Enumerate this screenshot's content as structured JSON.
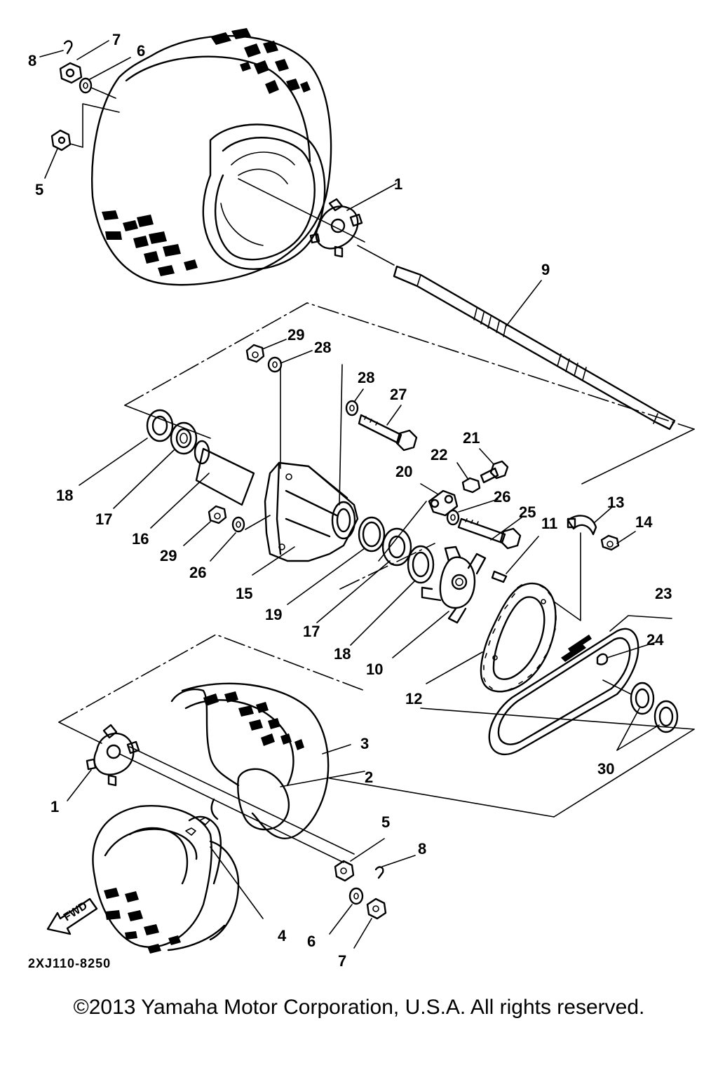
{
  "diagram": {
    "code": "2XJ110-8250",
    "fwd_label": "FWD",
    "labels": [
      {
        "id": "p8a",
        "text": "8"
      },
      {
        "id": "p7a",
        "text": "7"
      },
      {
        "id": "p6a",
        "text": "6"
      },
      {
        "id": "p5a",
        "text": "5"
      },
      {
        "id": "p1a",
        "text": "1"
      },
      {
        "id": "p9",
        "text": "9"
      },
      {
        "id": "p29a",
        "text": "29"
      },
      {
        "id": "p28a",
        "text": "28"
      },
      {
        "id": "p28b",
        "text": "28"
      },
      {
        "id": "p27",
        "text": "27"
      },
      {
        "id": "p21",
        "text": "21"
      },
      {
        "id": "p22",
        "text": "22"
      },
      {
        "id": "p20",
        "text": "20"
      },
      {
        "id": "p26a",
        "text": "26"
      },
      {
        "id": "p25",
        "text": "25"
      },
      {
        "id": "p13",
        "text": "13"
      },
      {
        "id": "p14",
        "text": "14"
      },
      {
        "id": "p11",
        "text": "11"
      },
      {
        "id": "p18a",
        "text": "18"
      },
      {
        "id": "p17a",
        "text": "17"
      },
      {
        "id": "p16",
        "text": "16"
      },
      {
        "id": "p29b",
        "text": "29"
      },
      {
        "id": "p26b",
        "text": "26"
      },
      {
        "id": "p15",
        "text": "15"
      },
      {
        "id": "p19",
        "text": "19"
      },
      {
        "id": "p17b",
        "text": "17"
      },
      {
        "id": "p18b",
        "text": "18"
      },
      {
        "id": "p10",
        "text": "10"
      },
      {
        "id": "p12",
        "text": "12"
      },
      {
        "id": "p23",
        "text": "23"
      },
      {
        "id": "p24",
        "text": "24"
      },
      {
        "id": "p30",
        "text": "30"
      },
      {
        "id": "p3",
        "text": "3"
      },
      {
        "id": "p2",
        "text": "2"
      },
      {
        "id": "p1b",
        "text": "1"
      },
      {
        "id": "p5b",
        "text": "5"
      },
      {
        "id": "p8b",
        "text": "8"
      },
      {
        "id": "p4",
        "text": "4"
      },
      {
        "id": "p6b",
        "text": "6"
      },
      {
        "id": "p7b",
        "text": "7"
      }
    ]
  },
  "footer": {
    "copyright": "©2013 Yamaha Motor Corporation, U.S.A. All rights reserved."
  }
}
